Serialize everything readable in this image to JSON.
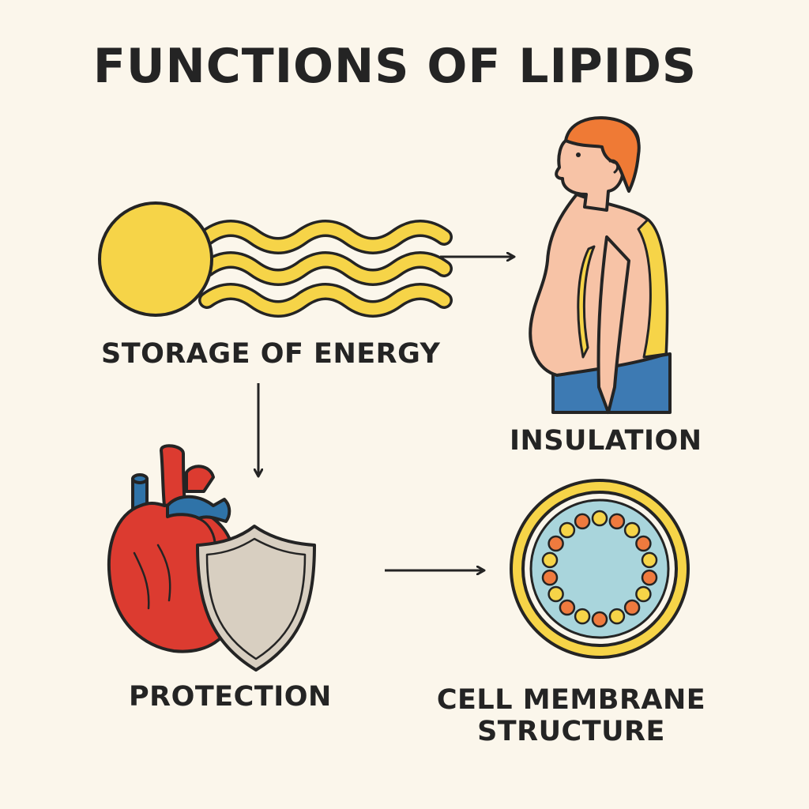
{
  "diagram": {
    "title": "FUNCTIONS OF LIPIDS",
    "nodes": {
      "storage": {
        "label": "STORAGE OF ENERGY",
        "icon": "lipid-molecule-icon"
      },
      "insulation": {
        "label": "INSULATION",
        "icon": "body-fat-person-icon"
      },
      "protection": {
        "label": "PROTECTION",
        "icon": "heart-shield-icon"
      },
      "membrane": {
        "label_line1": "CELL MEMBRANE",
        "label_line2": "STRUCTURE",
        "icon": "cell-membrane-icon"
      }
    },
    "edges": [
      {
        "from": "storage",
        "to": "insulation"
      },
      {
        "from": "storage",
        "to": "protection"
      },
      {
        "from": "protection",
        "to": "membrane"
      }
    ],
    "colors": {
      "background": "#fbf6eb",
      "outline": "#242424",
      "lipid_yellow": "#f6d448",
      "skin": "#f7c3a6",
      "hair": "#ef7a35",
      "jeans": "#3d7ab3",
      "heart_red": "#dc3b30",
      "vessel_blue": "#2f73a8",
      "shield": "#d8cfc1",
      "cell_interior": "#a9d5dc",
      "dot_orange": "#ef7a3e"
    }
  }
}
